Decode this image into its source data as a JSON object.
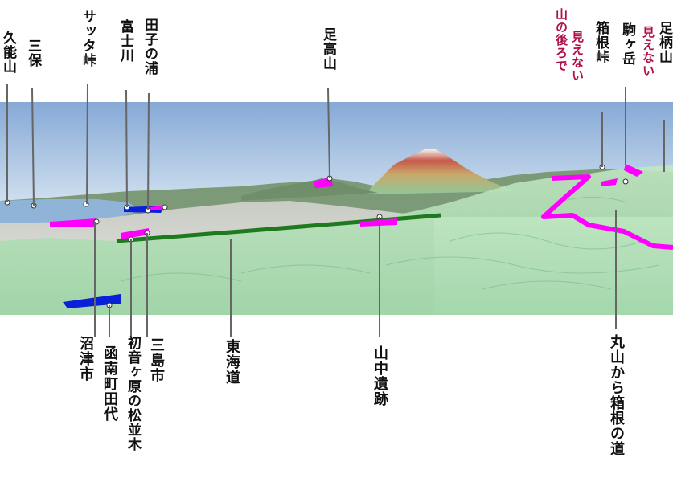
{
  "labels_top": {
    "kunozan": "久能山",
    "miho": "三保",
    "satta": "サッタ峠",
    "fujikawa": "富士川",
    "tago": "田子の浦",
    "ashitaka": "足高山",
    "hakone_toge": "箱根峠",
    "komagatake": "駒ヶ岳",
    "ashigarayama": "足柄山"
  },
  "notes": {
    "mienai_1": "見えない",
    "mienai_2": "見えない",
    "yama_no_ushiro": "山の後ろで"
  },
  "labels_bottom": {
    "numazu": "沼津市",
    "kannami": "函南町田代",
    "hatsune": "初音ヶ原の松並木",
    "mishima": "三島市",
    "tokaido": "東海道",
    "yamanaka": "山中遺跡",
    "maruyama": "丸山から箱根の道"
  },
  "colors": {
    "route_magenta": "#ff00ff",
    "tokaido_green": "#1f7a1f",
    "city_blue": "#0a1fd8",
    "note_crimson": "#b0104a",
    "sky": "#a9c6e6",
    "sea": "#8fb4d8",
    "terrain": "#a8dcb0"
  }
}
